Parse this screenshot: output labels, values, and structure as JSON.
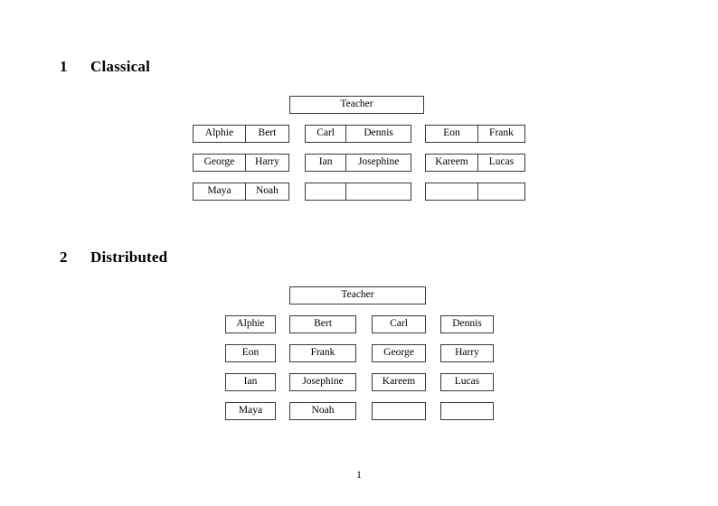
{
  "document": {
    "page_number": "1"
  },
  "sections": [
    {
      "number": "1",
      "title": "Classical",
      "teacher_label": "Teacher",
      "layout": "three-groups-of-paired-cells",
      "groups": [
        {
          "name": "left-group",
          "rows": [
            {
              "cells": [
                "Alphie",
                "Bert"
              ]
            },
            {
              "cells": [
                "George",
                "Harry"
              ]
            },
            {
              "cells": [
                "Maya",
                "Noah"
              ]
            }
          ]
        },
        {
          "name": "middle-group",
          "rows": [
            {
              "cells": [
                "Carl",
                "Dennis"
              ]
            },
            {
              "cells": [
                "Ian",
                "Josephine"
              ]
            },
            {
              "cells": [
                "",
                ""
              ]
            }
          ]
        },
        {
          "name": "right-group",
          "rows": [
            {
              "cells": [
                "Eon",
                "Frank"
              ]
            },
            {
              "cells": [
                "Kareem",
                "Lucas"
              ]
            },
            {
              "cells": [
                "",
                ""
              ]
            }
          ]
        }
      ]
    },
    {
      "number": "2",
      "title": "Distributed",
      "teacher_label": "Teacher",
      "layout": "four-column-grid",
      "rows": [
        {
          "cells": [
            "Alphie",
            "Bert",
            "Carl",
            "Dennis"
          ]
        },
        {
          "cells": [
            "Eon",
            "Frank",
            "George",
            "Harry"
          ]
        },
        {
          "cells": [
            "Ian",
            "Josephine",
            "Kareem",
            "Lucas"
          ]
        },
        {
          "cells": [
            "Maya",
            "Noah",
            "",
            ""
          ]
        }
      ]
    }
  ]
}
